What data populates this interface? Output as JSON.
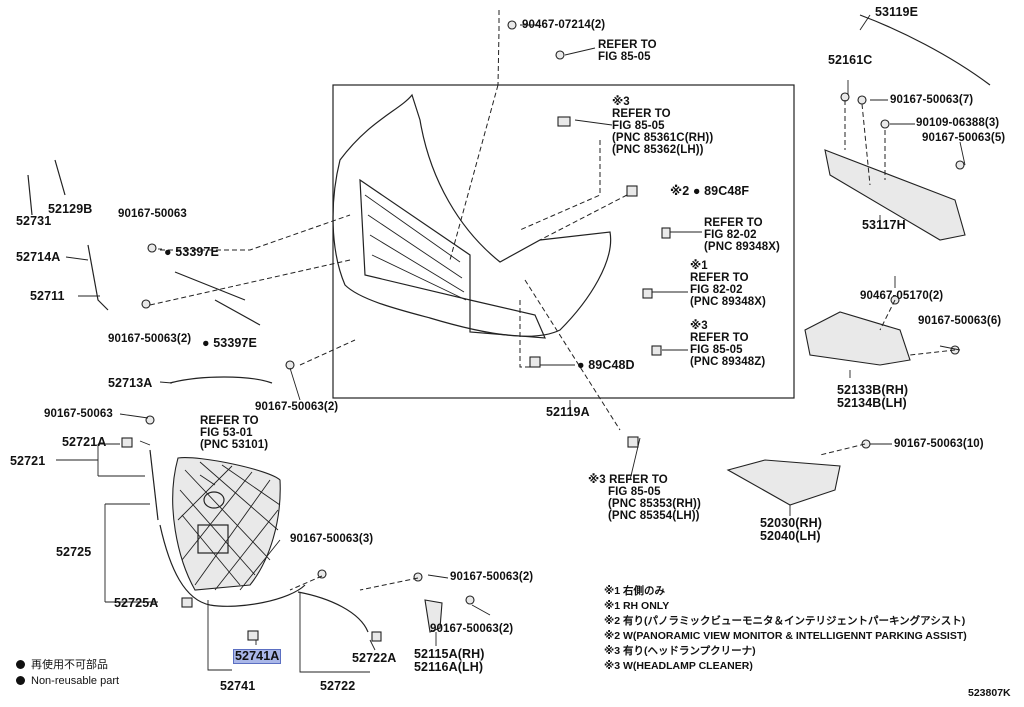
{
  "figure_id": "523807K",
  "assembly_box_label": "52119A",
  "labels": [
    {
      "key": "c1",
      "lines": [
        "90467-07214(2)"
      ]
    },
    {
      "key": "c2",
      "lines": [
        "REFER TO",
        "FIG 85-05"
      ]
    },
    {
      "key": "c3",
      "lines": [
        "※3",
        "REFER TO",
        "FIG 85-05",
        "(PNC 85361C(RH))",
        "(PNC 85362(LH))"
      ]
    },
    {
      "key": "c4",
      "lines": [
        "※2 ● 89C48F"
      ]
    },
    {
      "key": "c5",
      "lines": [
        "REFER TO",
        "FIG 82-02",
        "(PNC 89348X)"
      ]
    },
    {
      "key": "c6",
      "lines": [
        "※1",
        "REFER TO",
        "FIG 82-02",
        "(PNC 89348X)"
      ]
    },
    {
      "key": "c7",
      "lines": [
        "※3",
        "REFER TO",
        "FIG 85-05",
        "(PNC 89348Z)"
      ]
    },
    {
      "key": "c8",
      "lines": [
        "● 89C48D"
      ]
    },
    {
      "key": "c9",
      "lines": [
        "※3 REFER TO",
        "FIG 85-05",
        "(PNC 85353(RH))",
        "(PNC 85354(LH))"
      ]
    },
    {
      "key": "r1",
      "lines": [
        "53119E"
      ]
    },
    {
      "key": "r2",
      "lines": [
        "52161C"
      ]
    },
    {
      "key": "r3",
      "lines": [
        "90167-50063(7)"
      ]
    },
    {
      "key": "r4",
      "lines": [
        "90109-06388(3)"
      ]
    },
    {
      "key": "r5",
      "lines": [
        "90167-50063(5)"
      ]
    },
    {
      "key": "r6",
      "lines": [
        "53117H"
      ]
    },
    {
      "key": "r7",
      "lines": [
        "90467-05170(2)"
      ]
    },
    {
      "key": "r8",
      "lines": [
        "90167-50063(6)"
      ]
    },
    {
      "key": "r9",
      "lines": [
        "52133B(RH)",
        "52134B(LH)"
      ]
    },
    {
      "key": "r10",
      "lines": [
        "90167-50063(10)"
      ]
    },
    {
      "key": "r11",
      "lines": [
        "52030(RH)",
        "52040(LH)"
      ]
    },
    {
      "key": "l1",
      "lines": [
        "52731"
      ]
    },
    {
      "key": "l2",
      "lines": [
        "52129B"
      ]
    },
    {
      "key": "l3",
      "lines": [
        "90167-50063"
      ]
    },
    {
      "key": "l4",
      "lines": [
        "52714A"
      ]
    },
    {
      "key": "l5",
      "lines": [
        "● 53397E"
      ]
    },
    {
      "key": "l6",
      "lines": [
        "52711"
      ]
    },
    {
      "key": "l7",
      "lines": [
        "90167-50063(2)"
      ]
    },
    {
      "key": "l8",
      "lines": [
        "● 53397E"
      ]
    },
    {
      "key": "l9",
      "lines": [
        "52713A"
      ]
    },
    {
      "key": "l10",
      "lines": [
        "90167-50063(2)"
      ]
    },
    {
      "key": "l11",
      "lines": [
        "90167-50063"
      ]
    },
    {
      "key": "l12",
      "lines": [
        "52721A"
      ]
    },
    {
      "key": "l13",
      "lines": [
        "52721"
      ]
    },
    {
      "key": "l14",
      "lines": [
        "REFER TO",
        "FIG 53-01",
        "(PNC 53101)"
      ]
    },
    {
      "key": "l15",
      "lines": [
        "52725"
      ]
    },
    {
      "key": "l16",
      "lines": [
        "52725A"
      ]
    },
    {
      "key": "l17",
      "lines": [
        "52741A"
      ]
    },
    {
      "key": "l18",
      "lines": [
        "52741"
      ]
    },
    {
      "key": "m1",
      "lines": [
        "90167-50063(3)"
      ]
    },
    {
      "key": "m2",
      "lines": [
        "90167-50063(2)"
      ]
    },
    {
      "key": "m3",
      "lines": [
        "90167-50063(2)"
      ]
    },
    {
      "key": "m4",
      "lines": [
        "52722A"
      ]
    },
    {
      "key": "m5",
      "lines": [
        "52115A(RH)",
        "52116A(LH)"
      ]
    },
    {
      "key": "m6",
      "lines": [
        "52722"
      ]
    }
  ],
  "notes": [
    "※1 右側のみ",
    "※1 RH ONLY",
    "※2 有り(パノラミックビューモニタ＆インテリジェントパーキングアシスト)",
    "※2 W(PANORAMIC VIEW MONITOR & INTELLIGENNT PARKING ASSIST)",
    "※3 有り(ヘッドランプクリーナ)",
    "※3 W(HEADLAMP CLEANER)"
  ],
  "legend": [
    "再使用不可部品",
    "Non-reusable part"
  ],
  "highlight_color": "#aab7e8"
}
